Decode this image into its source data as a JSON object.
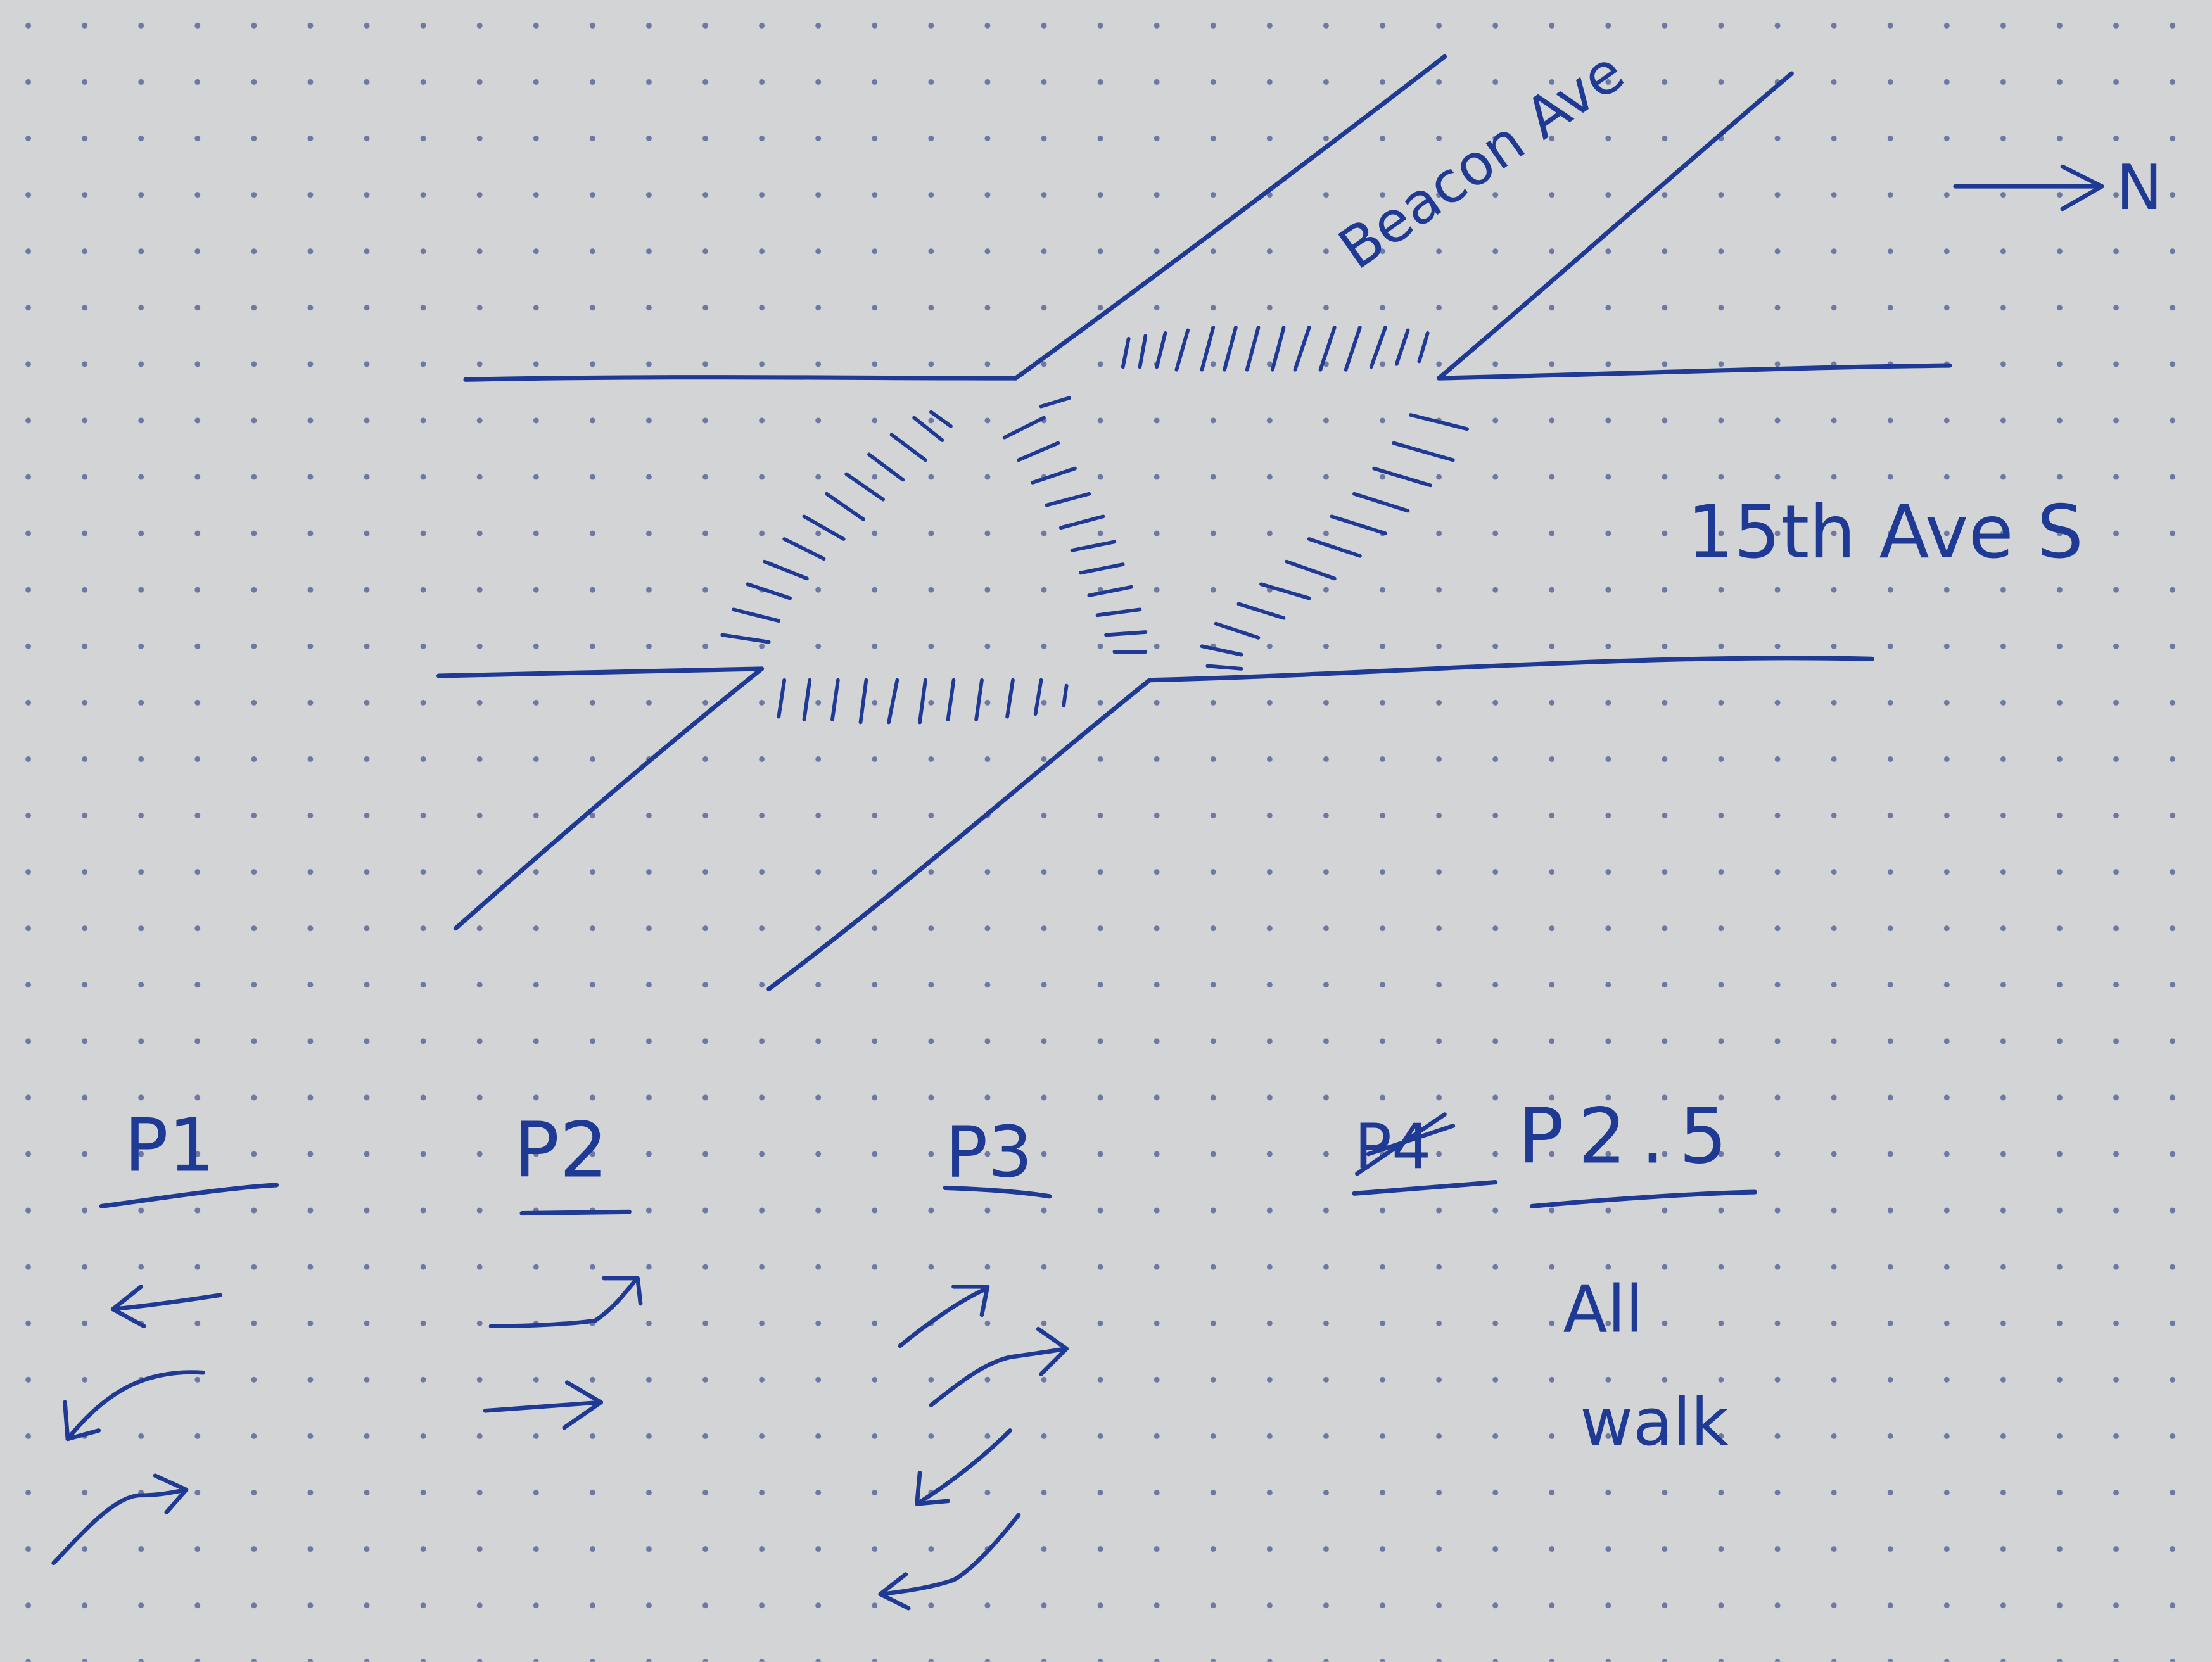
{
  "colors": {
    "paper": "#d3d4d6",
    "dots": "#4a5a92",
    "ink": "#1f3a94"
  },
  "compass": {
    "label": "N",
    "icon": "arrow-right-icon"
  },
  "streets": {
    "diagonal": "Beacon Ave",
    "horizontal": "15th Ave S"
  },
  "phases": {
    "p1": {
      "label": "P1",
      "moves": [
        "arrow-left-icon",
        "arrow-curve-down-left-icon",
        "arrow-curve-up-right-icon"
      ]
    },
    "p2": {
      "label": "P2",
      "moves": [
        "arrow-curve-up-right-icon",
        "arrow-right-icon"
      ]
    },
    "p3": {
      "label": "P3",
      "moves": [
        "arrow-up-right-icon",
        "arrow-curve-up-right-icon",
        "arrow-down-left-icon",
        "arrow-curve-down-left-icon"
      ]
    },
    "p4": {
      "crossed_out_label": "P4",
      "label": "P2.5",
      "note_line1": "All",
      "note_line2": "walk"
    }
  }
}
